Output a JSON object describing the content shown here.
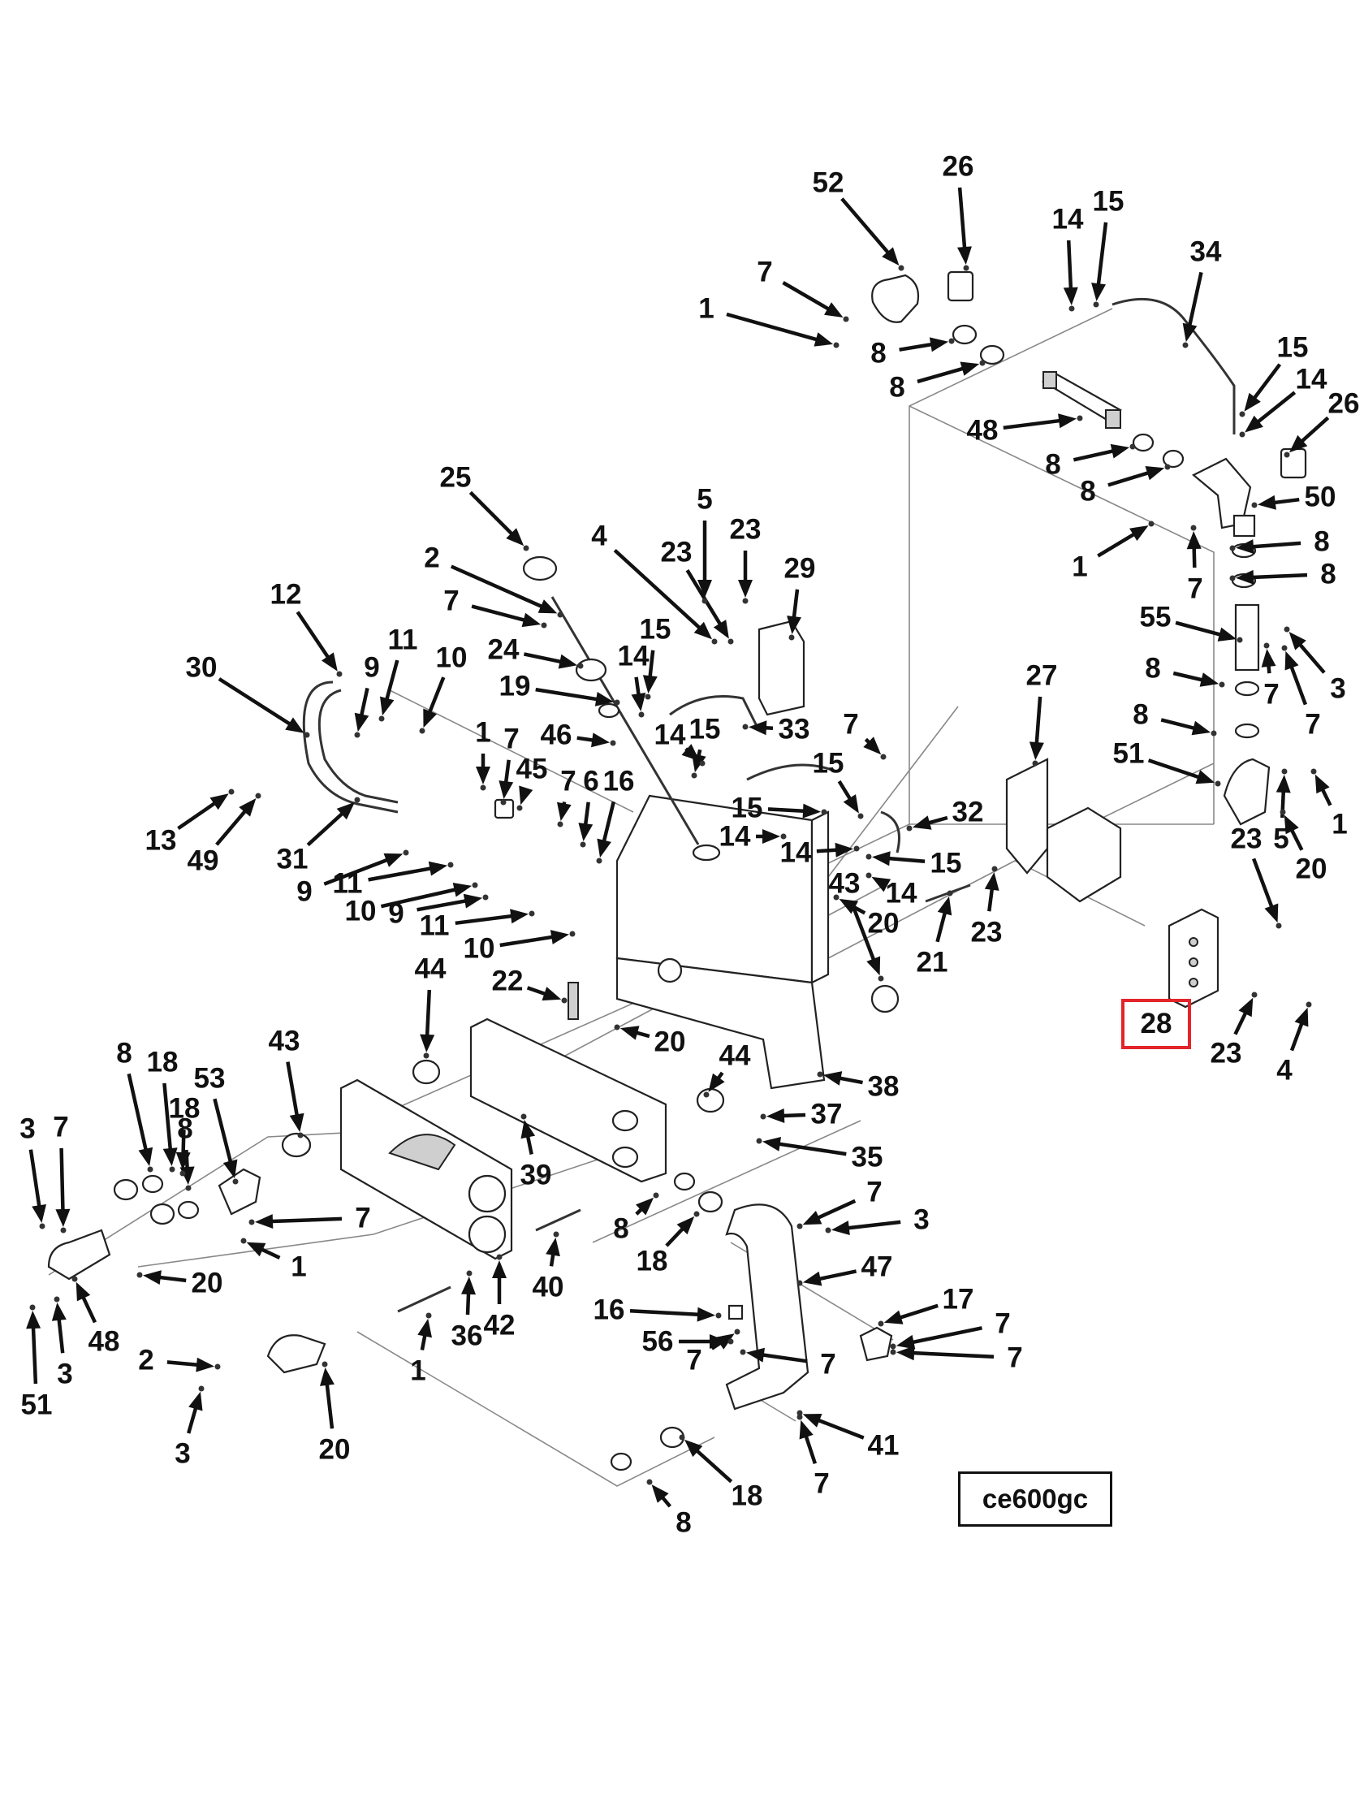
{
  "reference_code": "ce600gc",
  "highlighted_callout": "28",
  "highlight_color": "#e3242b",
  "callouts": [
    {
      "id": "52"
    },
    {
      "id": "26"
    },
    {
      "id": "14"
    },
    {
      "id": "15"
    },
    {
      "id": "34"
    },
    {
      "id": "7"
    },
    {
      "id": "1"
    },
    {
      "id": "8"
    },
    {
      "id": "8"
    },
    {
      "id": "15"
    },
    {
      "id": "14"
    },
    {
      "id": "26"
    },
    {
      "id": "48"
    },
    {
      "id": "8"
    },
    {
      "id": "8"
    },
    {
      "id": "50"
    },
    {
      "id": "1"
    },
    {
      "id": "7"
    },
    {
      "id": "8"
    },
    {
      "id": "8"
    },
    {
      "id": "25"
    },
    {
      "id": "5"
    },
    {
      "id": "23"
    },
    {
      "id": "4"
    },
    {
      "id": "23"
    },
    {
      "id": "29"
    },
    {
      "id": "2"
    },
    {
      "id": "7"
    },
    {
      "id": "12"
    },
    {
      "id": "55"
    },
    {
      "id": "3"
    },
    {
      "id": "7"
    },
    {
      "id": "8"
    },
    {
      "id": "7"
    },
    {
      "id": "11"
    },
    {
      "id": "10"
    },
    {
      "id": "9"
    },
    {
      "id": "24"
    },
    {
      "id": "15"
    },
    {
      "id": "30"
    },
    {
      "id": "14"
    },
    {
      "id": "19"
    },
    {
      "id": "33"
    },
    {
      "id": "27"
    },
    {
      "id": "8"
    },
    {
      "id": "7"
    },
    {
      "id": "1"
    },
    {
      "id": "46"
    },
    {
      "id": "14"
    },
    {
      "id": "15"
    },
    {
      "id": "7"
    },
    {
      "id": "45"
    },
    {
      "id": "7"
    },
    {
      "id": "6"
    },
    {
      "id": "16"
    },
    {
      "id": "15"
    },
    {
      "id": "51"
    },
    {
      "id": "1"
    },
    {
      "id": "13"
    },
    {
      "id": "15"
    },
    {
      "id": "32"
    },
    {
      "id": "23"
    },
    {
      "id": "5"
    },
    {
      "id": "49"
    },
    {
      "id": "31"
    },
    {
      "id": "14"
    },
    {
      "id": "20"
    },
    {
      "id": "14"
    },
    {
      "id": "15"
    },
    {
      "id": "9"
    },
    {
      "id": "11"
    },
    {
      "id": "14"
    },
    {
      "id": "10"
    },
    {
      "id": "9"
    },
    {
      "id": "20"
    },
    {
      "id": "23"
    },
    {
      "id": "11"
    },
    {
      "id": "43"
    },
    {
      "id": "21"
    },
    {
      "id": "10"
    },
    {
      "id": "44"
    },
    {
      "id": "22"
    },
    {
      "id": "20"
    },
    {
      "id": "23"
    },
    {
      "id": "4"
    },
    {
      "id": "8"
    },
    {
      "id": "18"
    },
    {
      "id": "43"
    },
    {
      "id": "44"
    },
    {
      "id": "38"
    },
    {
      "id": "53"
    },
    {
      "id": "18"
    },
    {
      "id": "8"
    },
    {
      "id": "7"
    },
    {
      "id": "3"
    },
    {
      "id": "37"
    },
    {
      "id": "39"
    },
    {
      "id": "35"
    },
    {
      "id": "7"
    },
    {
      "id": "7"
    },
    {
      "id": "3"
    },
    {
      "id": "8"
    },
    {
      "id": "18"
    },
    {
      "id": "1"
    },
    {
      "id": "20"
    },
    {
      "id": "47"
    },
    {
      "id": "48"
    },
    {
      "id": "40"
    },
    {
      "id": "42"
    },
    {
      "id": "16"
    },
    {
      "id": "17"
    },
    {
      "id": "7"
    },
    {
      "id": "36"
    },
    {
      "id": "7"
    },
    {
      "id": "7"
    },
    {
      "id": "56"
    },
    {
      "id": "7"
    },
    {
      "id": "2"
    },
    {
      "id": "1"
    },
    {
      "id": "41"
    },
    {
      "id": "3"
    },
    {
      "id": "20"
    },
    {
      "id": "51"
    },
    {
      "id": "3"
    },
    {
      "id": "7"
    },
    {
      "id": "18"
    },
    {
      "id": "8"
    }
  ]
}
